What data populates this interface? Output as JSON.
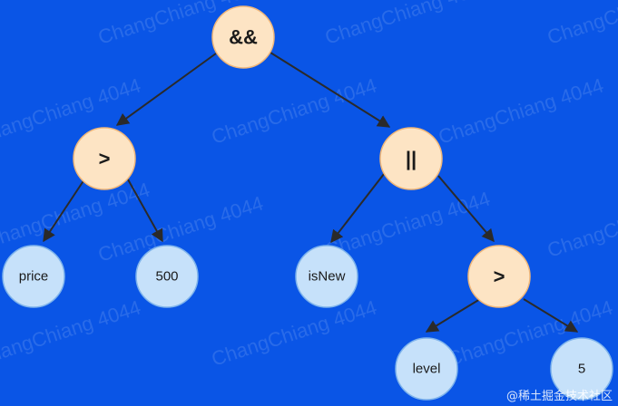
{
  "watermark_text": "ChangChiang 4044",
  "credit": "@稀土掘金技术社区",
  "colors": {
    "background": "#0a55e6",
    "operator_fill": "#fde4c4",
    "operand_fill": "#c6e1fa",
    "edge": "#2a2a2a"
  },
  "tree": {
    "root": "&&",
    "left_op": ">",
    "right_op": "||",
    "price": "price",
    "five_hundred": "500",
    "isNew": "isNew",
    "inner_op": ">",
    "level": "level",
    "five": "5"
  }
}
